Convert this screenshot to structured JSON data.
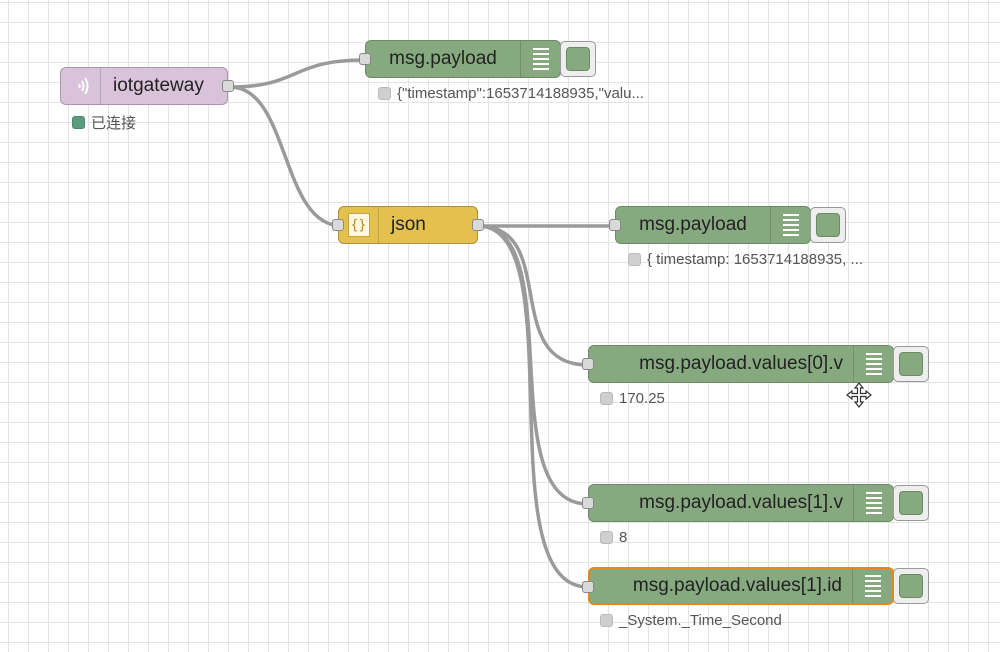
{
  "nodes": {
    "iotgateway": {
      "label": "iotgateway",
      "status": "已连接",
      "icon": "mqtt-signal-icon"
    },
    "json": {
      "label": "json",
      "icon": "braces-icon"
    },
    "debug1": {
      "label": "msg.payload",
      "status": "{\"timestamp\":1653714188935,\"valu..."
    },
    "debug2": {
      "label": "msg.payload",
      "status": "{ timestamp: 1653714188935, ..."
    },
    "debug3": {
      "label": "msg.payload.values[0].v",
      "status": "170.25"
    },
    "debug4": {
      "label": "msg.payload.values[1].v",
      "status": "8"
    },
    "debug5": {
      "label": "msg.payload.values[1].id",
      "status": "_System._Time_Second"
    }
  },
  "colors": {
    "inject": "#d9c3db",
    "function": "#e4c04f",
    "debug": "#87a980",
    "selected_border": "#e08a1c",
    "wire": "#9a9a9a",
    "connected": "#5b9c80"
  },
  "cursor": "move-cursor-icon"
}
